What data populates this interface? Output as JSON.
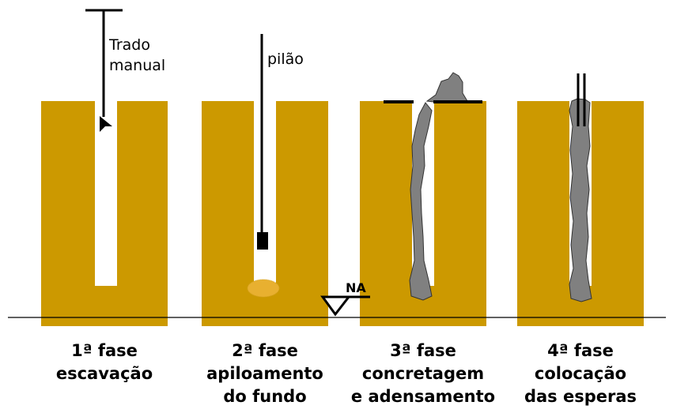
{
  "colors": {
    "soil": "#CC9900",
    "concrete": "#808080",
    "compacted": "#E8B030",
    "line": "#000000",
    "hole": "#ffffff"
  },
  "labels": {
    "auger": [
      "Trado",
      "manual"
    ],
    "rammer": "pilão",
    "water_level": "NA"
  },
  "phases": [
    {
      "lines": [
        "1ª fase",
        "escavação"
      ]
    },
    {
      "lines": [
        "2ª fase",
        "apiloamento",
        "do fundo"
      ]
    },
    {
      "lines": [
        "3ª fase",
        "concretagem",
        "e adensamento"
      ]
    },
    {
      "lines": [
        "4ª fase",
        "colocação",
        "das esperas"
      ]
    }
  ]
}
